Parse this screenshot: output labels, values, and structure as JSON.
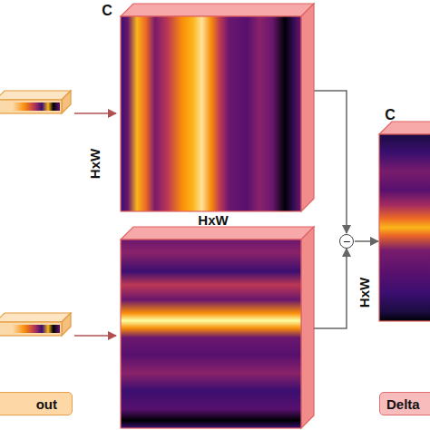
{
  "diagram": {
    "nodes": [
      {
        "text": [
          "C",
          "HxW",
          "HxW"
        ]
      },
      {
        "text": [
          "−"
        ]
      },
      {
        "text": [
          "C",
          "HxW"
        ]
      },
      {
        "text": [
          "out"
        ]
      },
      {
        "text": [
          "Delta"
        ]
      }
    ],
    "edges": [
      {
        "from": 0,
        "to": 1,
        "arrow": "to"
      },
      {
        "from": 1,
        "to": 2,
        "arrow": "to"
      }
    ]
  }
}
